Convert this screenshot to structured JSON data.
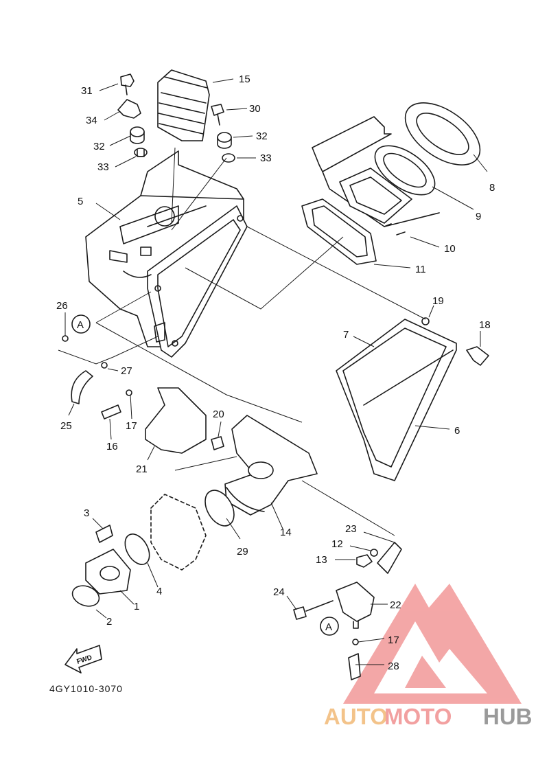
{
  "labels": {
    "n1": "1",
    "n2": "2",
    "n3": "3",
    "n4": "4",
    "n5": "5",
    "n6": "6",
    "n7": "7",
    "n8": "8",
    "n9": "9",
    "n10": "10",
    "n11": "11",
    "n12": "12",
    "n13": "13",
    "n14": "14",
    "n15": "15",
    "n16": "16",
    "n17a": "17",
    "n17b": "17",
    "n18": "18",
    "n19": "19",
    "n20": "20",
    "n21": "21",
    "n22": "22",
    "n23": "23",
    "n24": "24",
    "n25": "25",
    "n26": "26",
    "n27": "27",
    "n28": "28",
    "n29": "29",
    "n30": "30",
    "n31": "31",
    "n32a": "32",
    "n32b": "32",
    "n33a": "33",
    "n33b": "33",
    "n34": "34"
  },
  "callout": {
    "a1": "A",
    "a2": "A"
  },
  "fwd": "FWD",
  "diagram_code": "4GY1010-3070",
  "watermark": {
    "part1": "AUTO",
    "part2": "MOTO",
    "part3": "HUB",
    "color1": "#f3c38a",
    "color2": "#f2a0a0",
    "color3": "#9a9a9a",
    "logo_color": "#f08a8a"
  }
}
